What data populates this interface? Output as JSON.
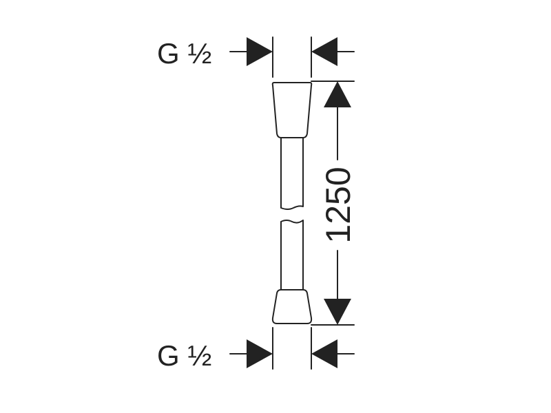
{
  "labels": {
    "thread_top": "G ½",
    "thread_bottom": "G ½",
    "length": "1250"
  },
  "colors": {
    "ink": "#222222",
    "background": "#ffffff"
  }
}
